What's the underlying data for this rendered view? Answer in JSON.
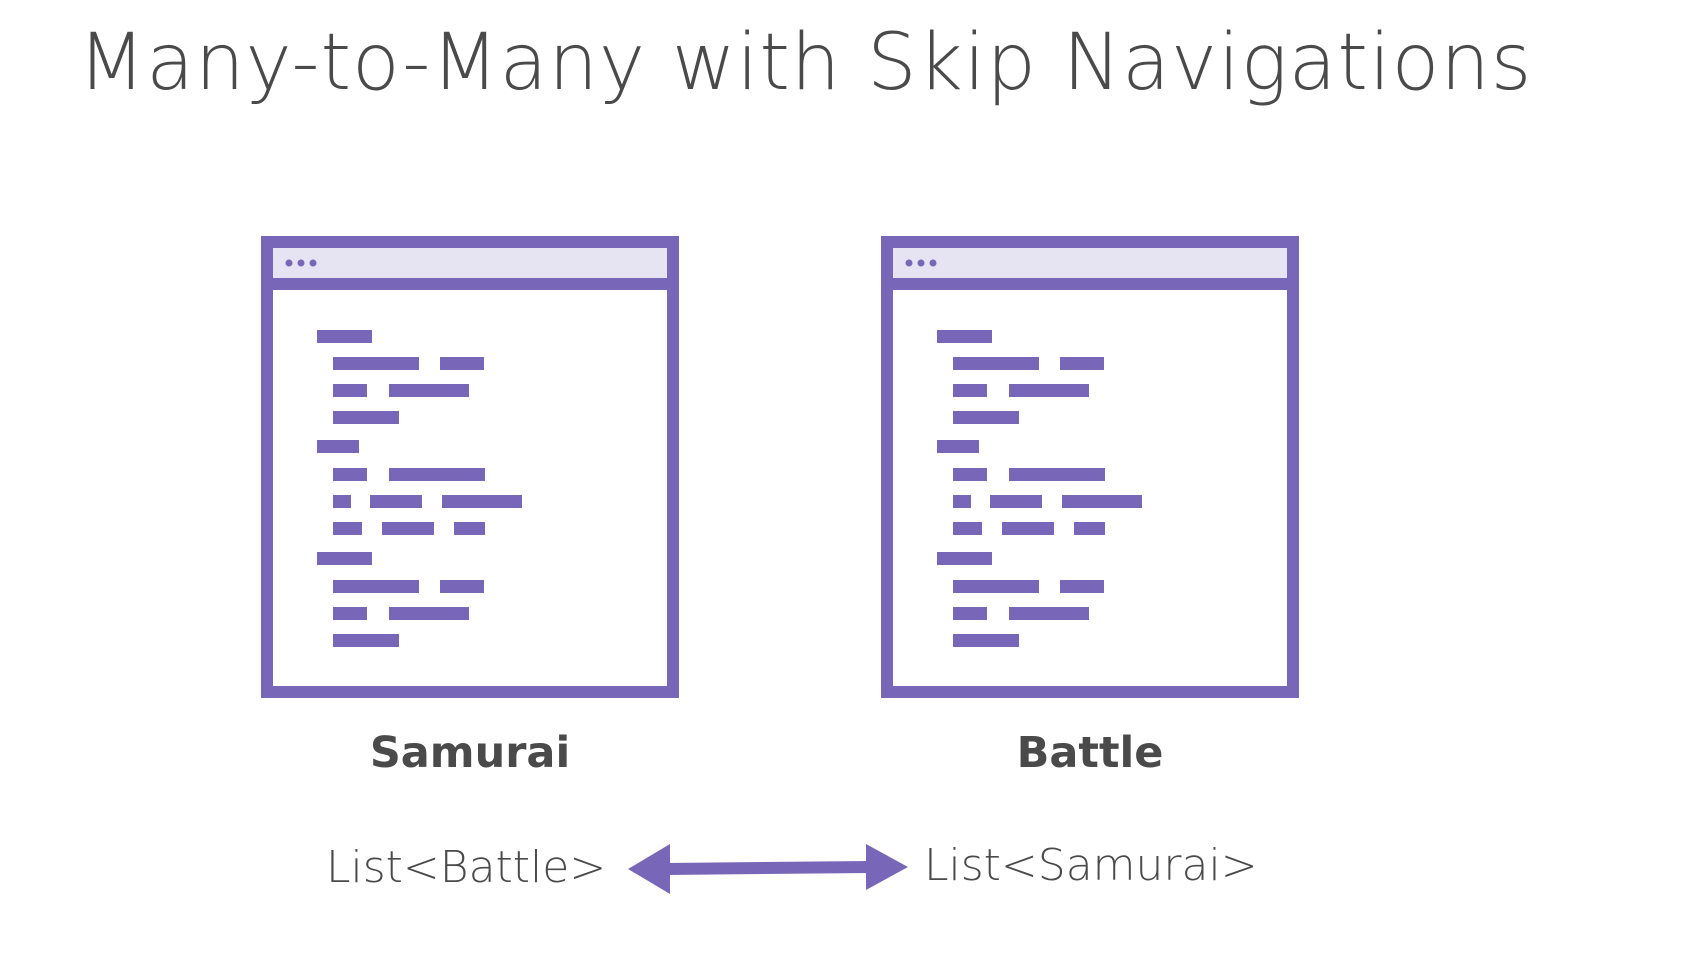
{
  "title": "Many-to-Many with Skip Navigations",
  "accent_color": "#7866b8",
  "titlebar_color": "#e6e3f3",
  "entities": [
    {
      "name": "Samurai",
      "navigation": "List<Battle>"
    },
    {
      "name": "Battle",
      "navigation": "List<Samurai>"
    }
  ],
  "relationship": {
    "type": "bidirectional-arrow",
    "icon": "double-headed-arrow-icon"
  }
}
